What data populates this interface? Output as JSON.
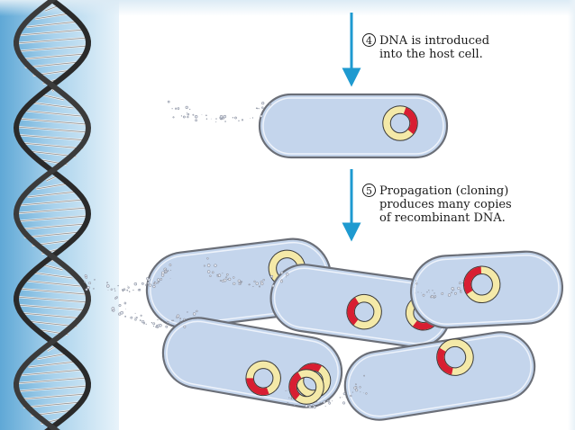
{
  "steps": [
    {
      "number": "4",
      "lines": [
        "DNA is introduced",
        "into the host cell."
      ]
    },
    {
      "number": "5",
      "lines": [
        "Propagation (cloning)",
        "produces many copies",
        "of recombinant DNA."
      ]
    }
  ],
  "colors": {
    "cell_fill": "#c4d5ec",
    "cell_border": "#6b6f78",
    "plasmid_ring": "#f4e9a8",
    "plasmid_insert": "#d81e32",
    "arrow": "#1e9ad0",
    "helix_strand": "#2a2a2a"
  }
}
